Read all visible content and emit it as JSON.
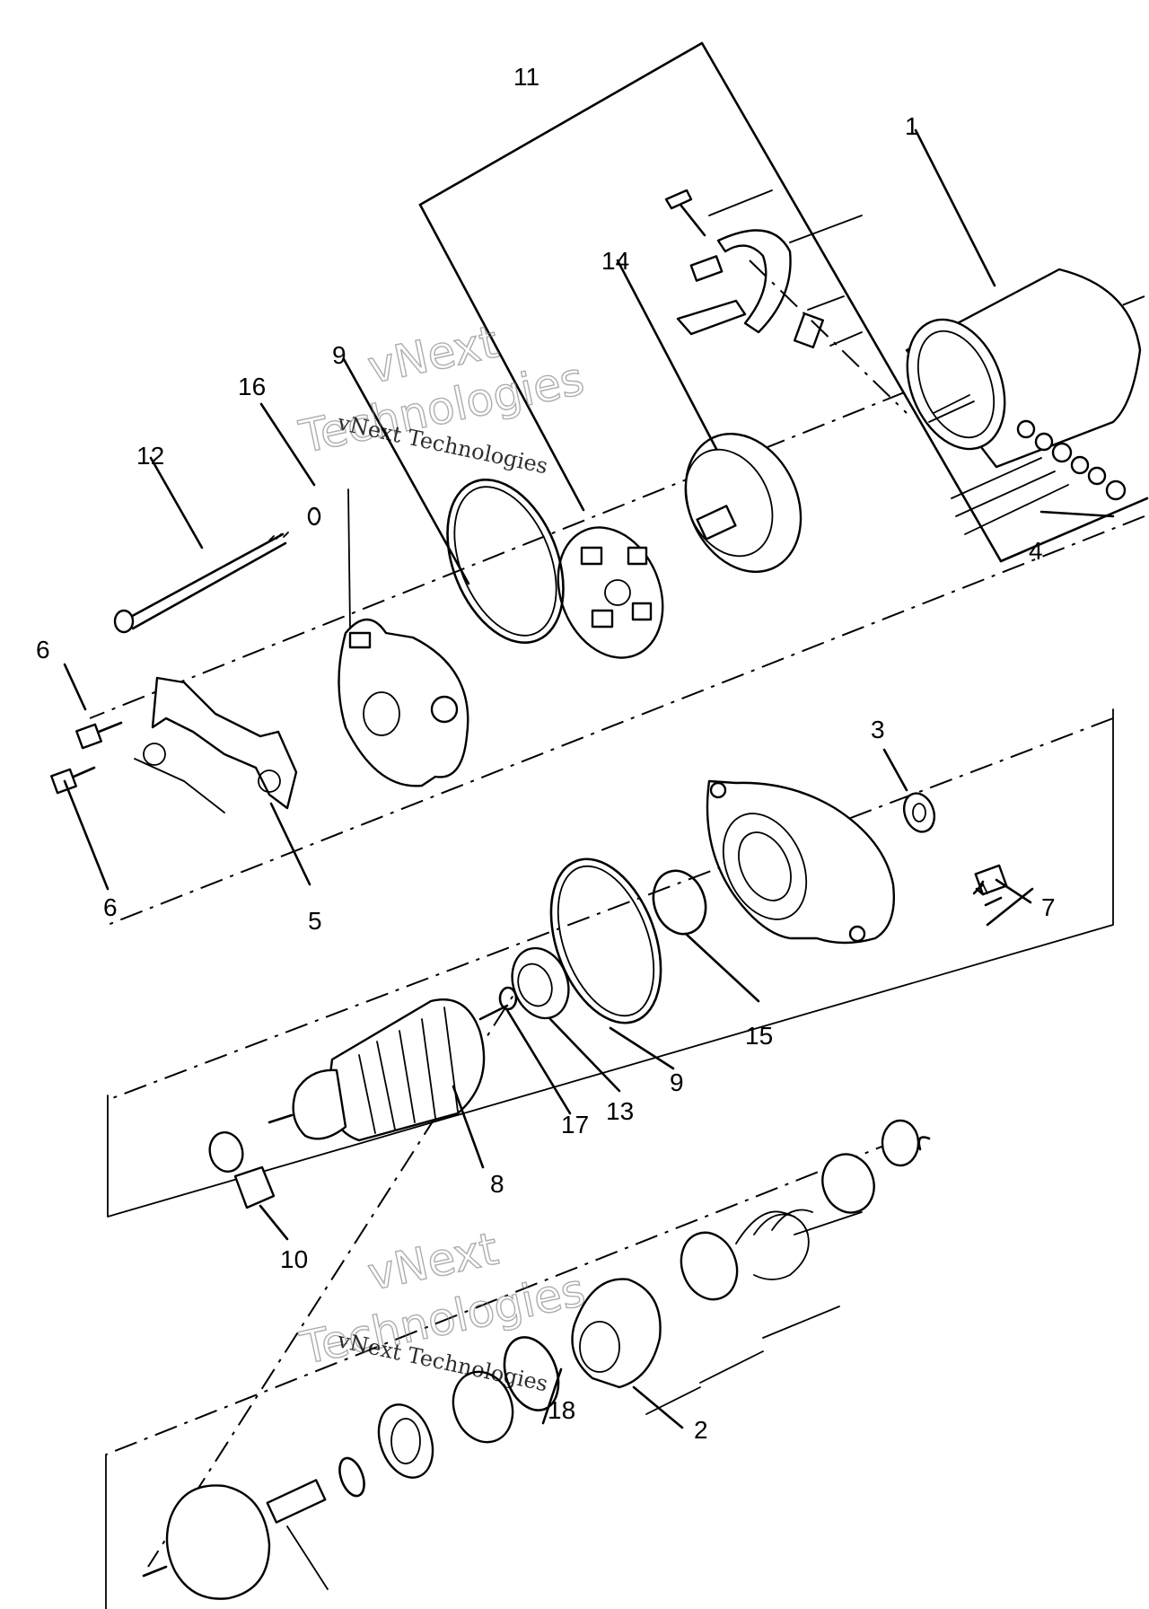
{
  "diagram": {
    "callouts": [
      {
        "id": "c1",
        "label": "1"
      },
      {
        "id": "c2",
        "label": "2"
      },
      {
        "id": "c3",
        "label": "3"
      },
      {
        "id": "c4",
        "label": "4"
      },
      {
        "id": "c5",
        "label": "5"
      },
      {
        "id": "c6a",
        "label": "6"
      },
      {
        "id": "c6b",
        "label": "6"
      },
      {
        "id": "c7",
        "label": "7"
      },
      {
        "id": "c8",
        "label": "8"
      },
      {
        "id": "c9a",
        "label": "9"
      },
      {
        "id": "c9b",
        "label": "9"
      },
      {
        "id": "c10",
        "label": "10"
      },
      {
        "id": "c11",
        "label": "11"
      },
      {
        "id": "c12",
        "label": "12"
      },
      {
        "id": "c13",
        "label": "13"
      },
      {
        "id": "c14",
        "label": "14"
      },
      {
        "id": "c15",
        "label": "15"
      },
      {
        "id": "c16",
        "label": "16"
      },
      {
        "id": "c17",
        "label": "17"
      },
      {
        "id": "c18",
        "label": "18"
      }
    ]
  },
  "watermarks": [
    {
      "line1": "vNext Technologies",
      "line2": "vNext",
      "line3": "Technologies"
    },
    {
      "line1": "vNext Technologies",
      "line2": "vNext",
      "line3": "Technologies"
    }
  ]
}
